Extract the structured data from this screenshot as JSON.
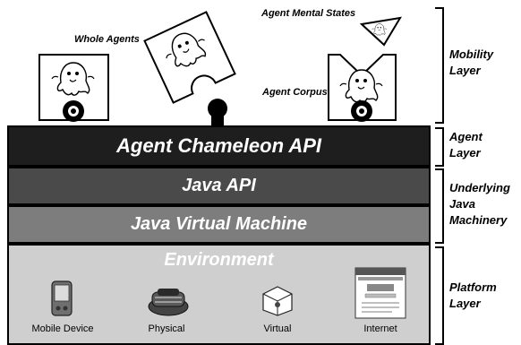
{
  "annotations": {
    "whole_agents": "Whole Agents",
    "agent_mental_states": "Agent Mental States",
    "agent_corpus": "Agent Corpus"
  },
  "layers": {
    "api": "Agent Chameleon API",
    "java_api": "Java API",
    "jvm": "Java Virtual Machine",
    "environment": "Environment"
  },
  "platforms": [
    "Mobile Device",
    "Physical",
    "Virtual",
    "Internet"
  ],
  "side_labels": {
    "mobility": [
      "Mobility",
      "Layer"
    ],
    "agent": [
      "Agent",
      "Layer"
    ],
    "java": [
      "Underlying",
      "Java",
      "Machinery"
    ],
    "platform": [
      "Platform",
      "Layer"
    ]
  },
  "icons": [
    "ghost-icon",
    "puzzle-piece-icon",
    "connector-knob-icon",
    "pda-icon",
    "robot-icon",
    "virtual-cube-icon",
    "web-browser-icon"
  ]
}
